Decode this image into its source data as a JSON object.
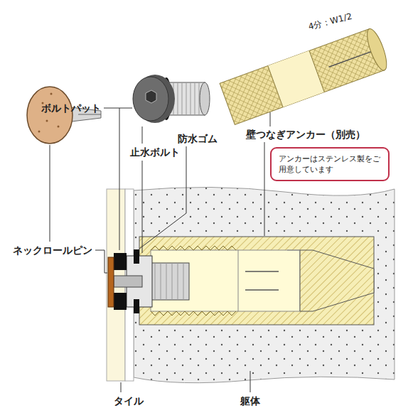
{
  "diagram": {
    "nodes": [
      {
        "text": [
          "アンカーはステンレス製をご用意しています"
        ]
      }
    ],
    "labels": [
      "4分：W1/2",
      "ボルトパット",
      "止水ボルト",
      "防水ゴム",
      "壁つなぎアンカー（別売）",
      "ネックロールピン",
      "タイル",
      "躯体"
    ]
  }
}
